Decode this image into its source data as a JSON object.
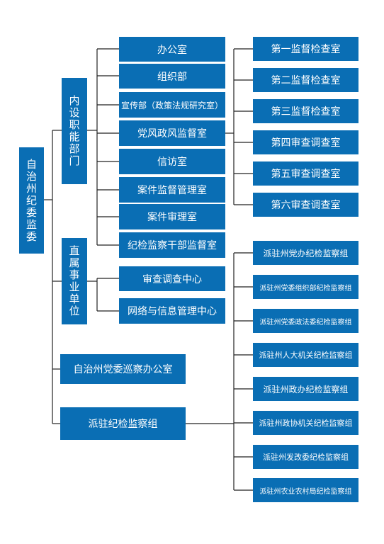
{
  "root": "自治州纪委监委",
  "branches": [
    {
      "label": "内设职能部门",
      "children": [
        "办公室",
        "组织部",
        "宣传部（政策法规研究室）",
        "党风政风监督室",
        "信访室",
        "案件监督管理室",
        "案件审理室",
        "纪检监察干部监督室"
      ]
    },
    {
      "label": "直属事业单位",
      "children": [
        "审查调查中心",
        "网络与信息管理中心"
      ]
    },
    {
      "label": "自治州党委巡察办公室"
    },
    {
      "label": "派驻纪检监察组"
    }
  ],
  "supervision_offices": [
    "第一监督检查室",
    "第二监督检查室",
    "第三监督检查室",
    "第四审查调查室",
    "第五审查调查室",
    "第六审查调查室"
  ],
  "stationed_groups": [
    "派驻州党办纪检监察组",
    "派驻州党委组织部纪检监察组",
    "派驻州党委政法委纪检监察组",
    "派驻州人大机关纪检监察组",
    "派驻州政办纪检监察组",
    "派驻州政协机关纪检监察组",
    "派驻州发改委纪检监察组",
    "派驻州农业农村局纪检监察组"
  ]
}
